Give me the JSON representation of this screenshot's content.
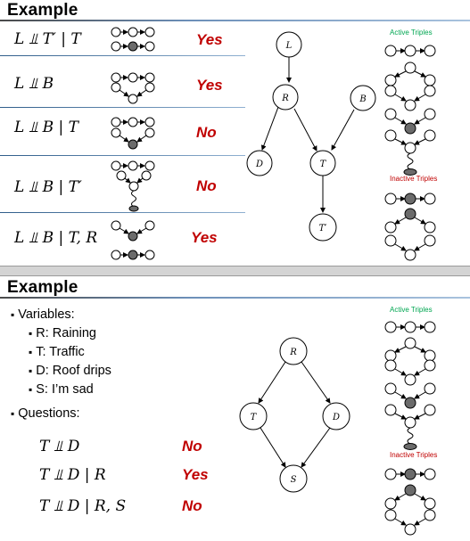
{
  "slides": [
    {
      "title": "Example",
      "rows": [
        {
          "formula": "L ⫫ T′ | T",
          "answer": "Yes"
        },
        {
          "formula": "L ⫫ B",
          "answer": "Yes"
        },
        {
          "formula": "L ⫫ B | T",
          "answer": "No"
        },
        {
          "formula": "L ⫫ B | T′",
          "answer": "No"
        },
        {
          "formula": "L ⫫ B | T, R",
          "answer": "Yes"
        }
      ],
      "nodes": {
        "L": "L",
        "R": "R",
        "B": "B",
        "D": "D",
        "T": "T",
        "Tp": "T′"
      },
      "legend": {
        "active_title": "Active Triples",
        "inactive_title": "Inactive Triples"
      }
    },
    {
      "title": "Example",
      "variables_heading": "Variables:",
      "variables": [
        "R:  Raining",
        "T:  Traffic",
        "D: Roof drips",
        "S:  I’m sad"
      ],
      "questions_heading": "Questions:",
      "rows": [
        {
          "formula": "T ⫫ D",
          "answer": "No"
        },
        {
          "formula": "T ⫫ D | R",
          "answer": "Yes"
        },
        {
          "formula": "T ⫫ D | R, S",
          "answer": "No"
        }
      ],
      "nodes": {
        "R": "R",
        "T": "T",
        "D": "D",
        "S": "S"
      },
      "legend": {
        "active_title": "Active Triples",
        "inactive_title": "Inactive Triples"
      }
    }
  ],
  "colors": {
    "answer": "#c00000",
    "active": "#00a651",
    "inactive": "#c00000",
    "shaded_node": "#6b6b6b"
  }
}
